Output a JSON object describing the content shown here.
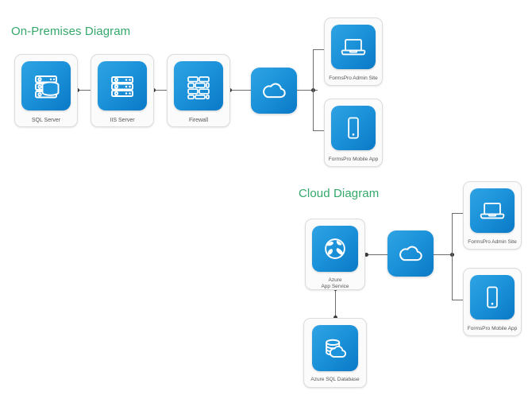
{
  "sections": [
    {
      "id": "on-prem",
      "title": "On-Premises Diagram"
    },
    {
      "id": "cloud",
      "title": "Cloud Diagram"
    }
  ],
  "colors": {
    "title_green": "#35a86b",
    "tile_blue_light": "#2fa3e3",
    "tile_blue_dark": "#0b79c6",
    "card_bg": "#fbfbfb",
    "card_border": "#dcdcdc",
    "label_text": "#555555",
    "connector": "#6e6e6e",
    "dot": "#3a3a3a",
    "page_bg": "#ffffff"
  },
  "on_premises": {
    "title": "On-Premises Diagram",
    "nodes": [
      {
        "id": "sql-server",
        "label": "SQL Server",
        "icon": "database-server-icon"
      },
      {
        "id": "iis-server",
        "label": "IIS Server",
        "icon": "server-rack-icon"
      },
      {
        "id": "firewall",
        "label": "Firewall",
        "icon": "brick-wall-icon"
      },
      {
        "id": "internet-cloud",
        "label": "",
        "icon": "cloud-icon"
      },
      {
        "id": "admin-site",
        "label": "FormsPro Admin Site",
        "icon": "laptop-icon"
      },
      {
        "id": "mobile-app",
        "label": "FormsPro Mobile App",
        "icon": "smartphone-icon"
      }
    ],
    "edges": [
      {
        "from": "sql-server",
        "to": "iis-server"
      },
      {
        "from": "iis-server",
        "to": "firewall"
      },
      {
        "from": "firewall",
        "to": "internet-cloud"
      },
      {
        "from": "internet-cloud",
        "to": "admin-site"
      },
      {
        "from": "internet-cloud",
        "to": "mobile-app"
      }
    ]
  },
  "cloud": {
    "title": "Cloud Diagram",
    "nodes": [
      {
        "id": "azure-app-service",
        "label": "Azure\nApp Service",
        "icon": "globe-icon"
      },
      {
        "id": "azure-sql-db",
        "label": "Azure SQL Database",
        "icon": "database-cloud-icon"
      },
      {
        "id": "internet-cloud-2",
        "label": "",
        "icon": "cloud-icon"
      },
      {
        "id": "admin-site-2",
        "label": "FormsPro Admin Site",
        "icon": "laptop-icon"
      },
      {
        "id": "mobile-app-2",
        "label": "FormsPro Mobile App",
        "icon": "smartphone-icon"
      }
    ],
    "edges": [
      {
        "from": "azure-app-service",
        "to": "internet-cloud-2"
      },
      {
        "from": "azure-app-service",
        "to": "azure-sql-db"
      },
      {
        "from": "internet-cloud-2",
        "to": "admin-site-2"
      },
      {
        "from": "internet-cloud-2",
        "to": "mobile-app-2"
      }
    ]
  }
}
